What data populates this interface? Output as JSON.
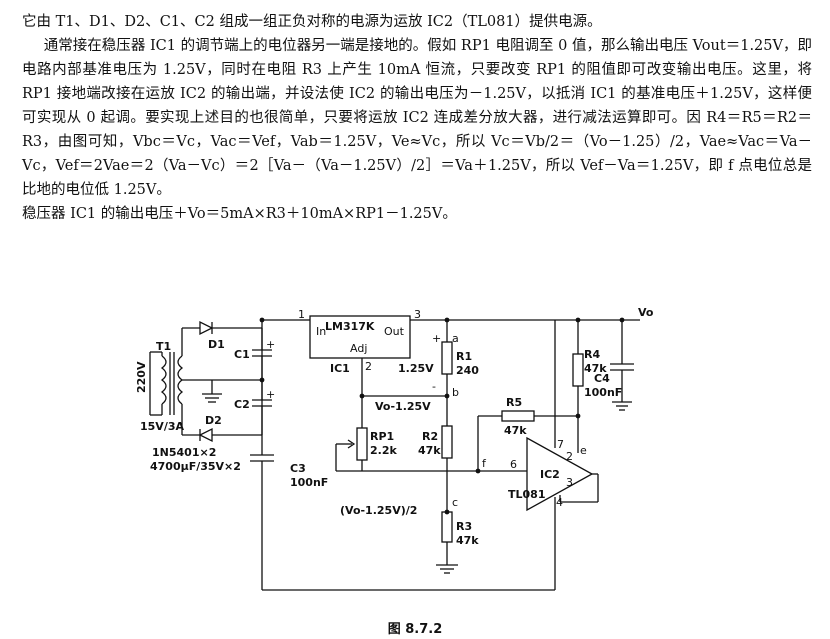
{
  "text": {
    "line1": "它由 T1、D1、D2、C1、C2 组成一组正负对称的电源为运放 IC2（TL081）提供电源。",
    "para2": "通常接在稳压器 IC1 的调节端上的电位器另一端是接地的。假如 RP1 电阻调至 0 值，那么输出电压 Vout＝1.25V，即电路内部基准电压为 1.25V，同时在电阻 R3 上产生 10mA 恒流，只要改变 RP1 的阻值即可改变输出电压。这里，将 RP1 接地端改接在运放 IC2 的输出端，并设法使 IC2 的输出电压为－1.25V，以抵消 IC1 的基准电压＋1.25V，这样便可实现从 0 起调。要实现上述目的也很简单，只要将运放 IC2 连成差分放大器，进行减法运算即可。因 R4＝R5＝R2＝R3，由图可知，Vbc＝Vc，Vac＝Vef，Vab＝1.25V，Ve≈Vc，所以 Vc＝Vb/2＝（Vo－1.25）/2，Vae≈Vac＝Va－Vc，Vef＝2Vae＝2（Va－Vc）＝2［Va－（Va－1.25V）/2］＝Va＋1.25V，所以 Vef－Va＝1.25V，即 f 点电位总是比地的电位低 1.25V。",
    "para3": "稳压器 IC1 的输出电压＋Vo＝5mA×R3＋10mA×RP1－1.25V。"
  },
  "circuit": {
    "ic1_name": "LM317K",
    "ic1_in": "In",
    "ic1_out": "Out",
    "ic1_adj": "Adj",
    "ic1_label": "IC1",
    "pin1": "1",
    "pin2": "2",
    "pin3": "3",
    "vo": "Vo",
    "node_a": "a",
    "node_b": "b",
    "node_c": "c",
    "node_e": "e",
    "node_f": "f",
    "plus": "+",
    "minus": "-",
    "r1": "R1",
    "r1_val": "240",
    "v125": "1.25V",
    "vo_minus": "Vo-1.25V",
    "r4": "R4",
    "r4_val": "47k",
    "c4": "C4",
    "c4_val": "100nF",
    "r5": "R5",
    "r5_val": "47k",
    "rp1": "RP1",
    "rp1_val": "2.2k",
    "r2": "R2",
    "r2_val": "47k",
    "ic2_label": "IC2",
    "ic2_name": "TL081",
    "pin7": "7",
    "pin2b": "2",
    "pin6": "6",
    "pin3b": "3",
    "pin4": "4",
    "r3": "R3",
    "r3_val": "47k",
    "vc_label": "(Vo-1.25V)/2",
    "t1": "T1",
    "v220": "220V",
    "sec": "15V/3A",
    "d1": "D1",
    "d2": "D2",
    "c1": "C1",
    "c2": "C2",
    "c3": "C3",
    "c3_val": "100nF",
    "diode_spec": "1N5401×2",
    "cap_spec": "4700μF/35V×2"
  },
  "caption": "图 8.7.2"
}
